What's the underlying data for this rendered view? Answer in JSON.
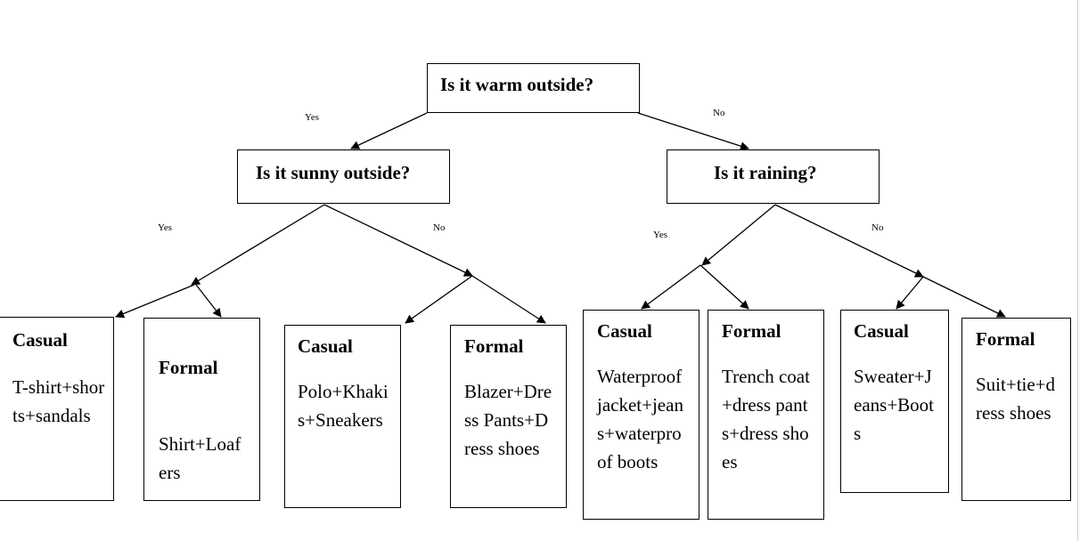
{
  "questions": {
    "root": "Is it warm outside?",
    "sunny": "Is it sunny outside?",
    "raining": "Is it raining?"
  },
  "edge_labels": {
    "root_yes": "Yes",
    "root_no": "No",
    "sunny_yes": "Yes",
    "sunny_no": "No",
    "raining_yes": "Yes",
    "raining_no": "No"
  },
  "leaves": [
    {
      "title": "Casual",
      "body": "T-shirt+shorts+sandals"
    },
    {
      "title": "Formal",
      "body": "Shirt+Loafers"
    },
    {
      "title": "Casual",
      "body": "Polo+Khakis+Sneakers"
    },
    {
      "title": "Formal",
      "body": "Blazer+Dress Pants+Dress shoes"
    },
    {
      "title": "Casual",
      "body": "Waterproof jacket+jeans+waterproof boots"
    },
    {
      "title": "Formal",
      "body": "Trench coat+dress pants+dress shoes"
    },
    {
      "title": "Casual",
      "body": "Sweater+Jeans+Boots"
    },
    {
      "title": "Formal",
      "body": "Suit+tie+dress shoes"
    }
  ]
}
